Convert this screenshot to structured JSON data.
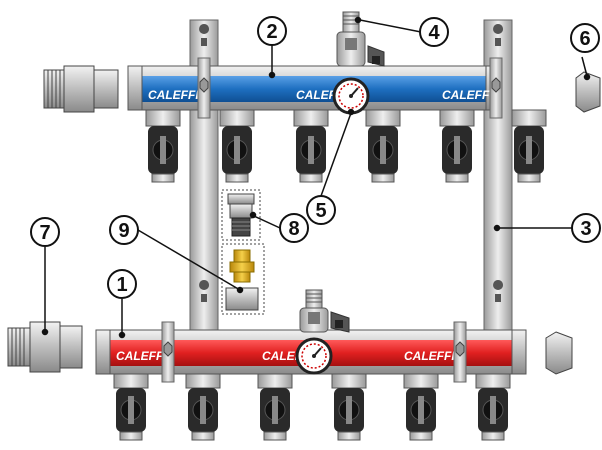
{
  "diagram": {
    "brand_text": "CALEFFI",
    "manifold_top": {
      "color": "#1e6fc0",
      "brand_labels": [
        "CALEFFI",
        "CALEFFI",
        "CALEFFI"
      ],
      "outlet_count": 6
    },
    "manifold_bottom": {
      "color": "#e02020",
      "brand_labels": [
        "CALEFFI",
        "CALEFFI",
        "CALEFFI"
      ],
      "outlet_count": 6
    },
    "valve_handle_color": "#1a1a1a",
    "valve_body_color": "#b8b8b8",
    "brass_color": "#d4a017",
    "callouts": [
      {
        "id": "callout-1",
        "label": "1"
      },
      {
        "id": "callout-2",
        "label": "2"
      },
      {
        "id": "callout-3",
        "label": "3"
      },
      {
        "id": "callout-4",
        "label": "4"
      },
      {
        "id": "callout-5",
        "label": "5"
      },
      {
        "id": "callout-6",
        "label": "6"
      },
      {
        "id": "callout-7",
        "label": "7"
      },
      {
        "id": "callout-8",
        "label": "8"
      },
      {
        "id": "callout-9",
        "label": "9"
      }
    ]
  }
}
